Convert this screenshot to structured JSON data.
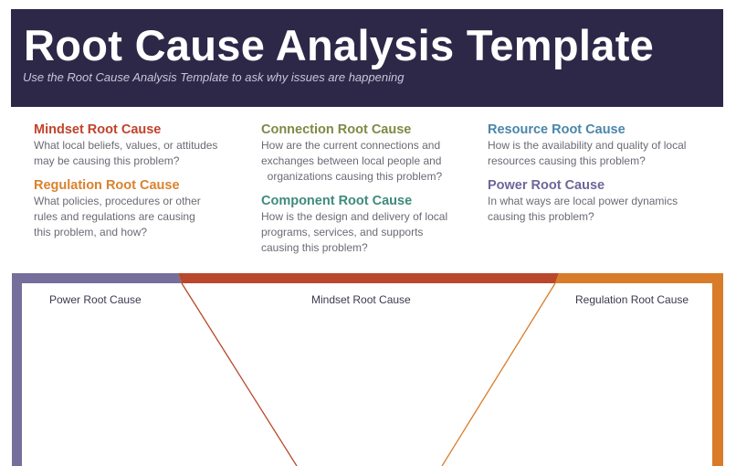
{
  "header": {
    "title": "Root Cause Analysis Template",
    "subtitle": "Use the Root Cause Analysis Template to ask why issues are happening"
  },
  "causes": [
    {
      "title": "Mindset Root Cause",
      "color": "#c0432a",
      "lines": [
        "What local beliefs, values, or attitudes",
        "may be causing this problem?"
      ]
    },
    {
      "title": "Regulation Root Cause",
      "color": "#d9822e",
      "lines": [
        "What policies, procedures or other",
        "rules and regulations are causing",
        "this problem, and how?"
      ]
    },
    {
      "title": "Connection Root Cause",
      "color": "#7d8a45",
      "lines": [
        "How are the current connections and",
        "exchanges between local people and",
        "  organizations causing this problem?"
      ]
    },
    {
      "title": "Component Root Cause",
      "color": "#3f8a7c",
      "lines": [
        "How is the design and delivery of local",
        "programs, services, and supports",
        "causing this problem?"
      ]
    },
    {
      "title": "Resource Root Cause",
      "color": "#4a86ab",
      "lines": [
        "How is the availability and quality of local",
        "resources causing this problem?"
      ]
    },
    {
      "title": "Power Root Cause",
      "color": "#6e6699",
      "lines": [
        "In what ways are local power dynamics",
        "causing this problem?"
      ]
    }
  ],
  "diagram": {
    "left_label": "Power Root Cause",
    "center_label": "Mindset Root Cause",
    "right_label": "Regulation Root Cause",
    "colors": {
      "left": "#766e9b",
      "center": "#b9472b",
      "right": "#d97c2a"
    }
  }
}
